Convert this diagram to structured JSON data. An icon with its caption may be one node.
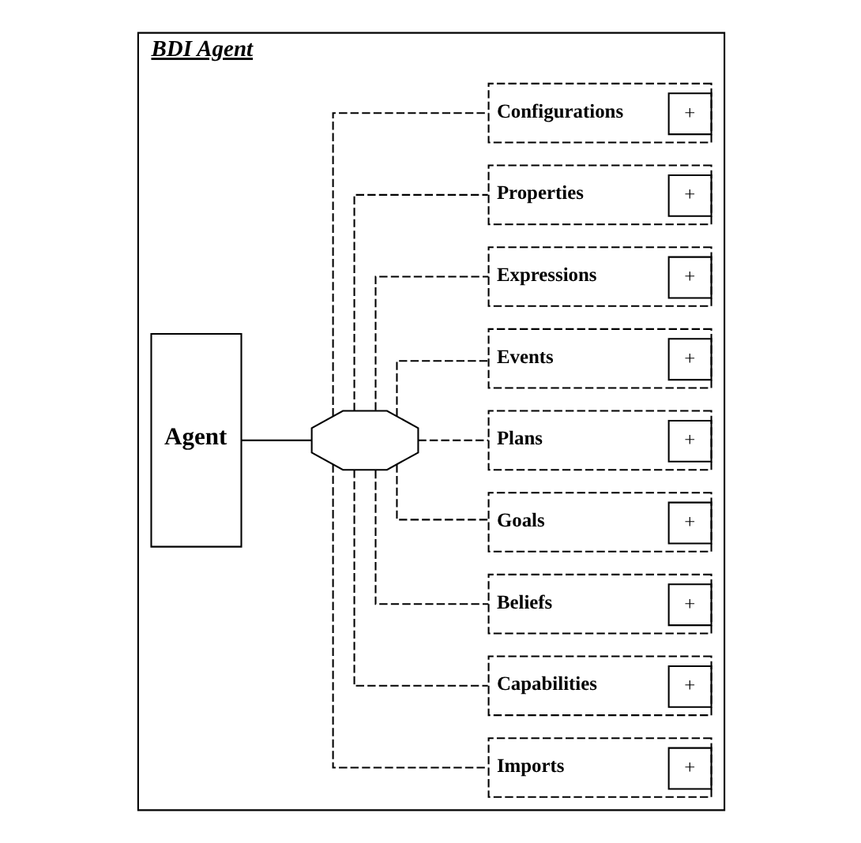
{
  "diagram": {
    "nodes": [
      {
        "text": [
          "BDI Agent"
        ]
      },
      {
        "text": [
          "Agent"
        ],
        "in": 0
      },
      {
        "text": [],
        "shape": "octagon",
        "in": 0
      },
      {
        "text": [
          "Imports",
          "+"
        ],
        "in": 0
      },
      {
        "text": [
          "Capabilities",
          "+"
        ],
        "in": 0
      },
      {
        "text": [
          "Beliefs",
          "+"
        ],
        "in": 0
      },
      {
        "text": [
          "Goals",
          "+"
        ],
        "in": 0
      },
      {
        "text": [
          "Plans",
          "+"
        ],
        "in": 0
      },
      {
        "text": [
          "Events",
          "+"
        ],
        "in": 0
      },
      {
        "text": [
          "Expressions",
          "+"
        ],
        "in": 0
      },
      {
        "text": [
          "Properties",
          "+"
        ],
        "in": 0
      },
      {
        "text": [
          "Configurations",
          "+"
        ],
        "in": 0
      }
    ],
    "edges": [
      {
        "from": 1,
        "to": 2,
        "arrow": "none"
      },
      {
        "from": 2,
        "to": 3,
        "arrow": "none",
        "style": "dashed"
      },
      {
        "from": 2,
        "to": 4,
        "arrow": "none",
        "style": "dashed"
      },
      {
        "from": 2,
        "to": 5,
        "arrow": "none",
        "style": "dashed"
      },
      {
        "from": 2,
        "to": 6,
        "arrow": "none",
        "style": "dashed"
      },
      {
        "from": 2,
        "to": 7,
        "arrow": "none",
        "style": "dashed"
      },
      {
        "from": 2,
        "to": 8,
        "arrow": "none",
        "style": "dashed"
      },
      {
        "from": 2,
        "to": 9,
        "arrow": "none",
        "style": "dashed"
      },
      {
        "from": 2,
        "to": 10,
        "arrow": "none",
        "style": "dashed"
      },
      {
        "from": 2,
        "to": 11,
        "arrow": "none",
        "style": "dashed"
      }
    ]
  }
}
